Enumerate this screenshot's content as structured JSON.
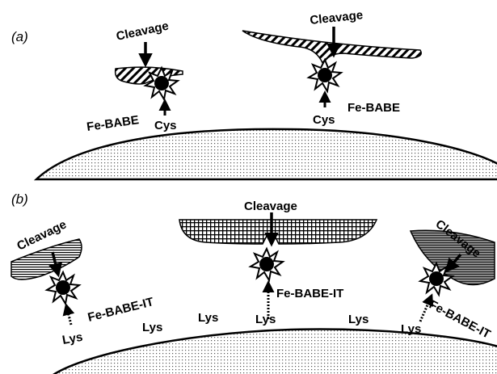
{
  "panel_a": {
    "label": "(a)",
    "left": {
      "cleavage": "Cleavage",
      "reagent": "Fe-BABE",
      "residue": "Cys"
    },
    "right": {
      "cleavage": "Cleavage",
      "reagent": "Fe-BABE",
      "residue": "Cys"
    }
  },
  "panel_b": {
    "label": "(b)",
    "left": {
      "cleavage": "Cleavage",
      "reagent": "Fe-BABE-IT",
      "residue": "Lys"
    },
    "middle": {
      "cleavage": "Cleavage",
      "reagent": "Fe-BABE-IT",
      "residue": "Lys"
    },
    "right": {
      "cleavage": "Cleavage",
      "reagent": "Fe-BABE-IT",
      "residue": "Lys"
    },
    "extra_lys": [
      "Lys",
      "Lys",
      "Lys"
    ]
  }
}
